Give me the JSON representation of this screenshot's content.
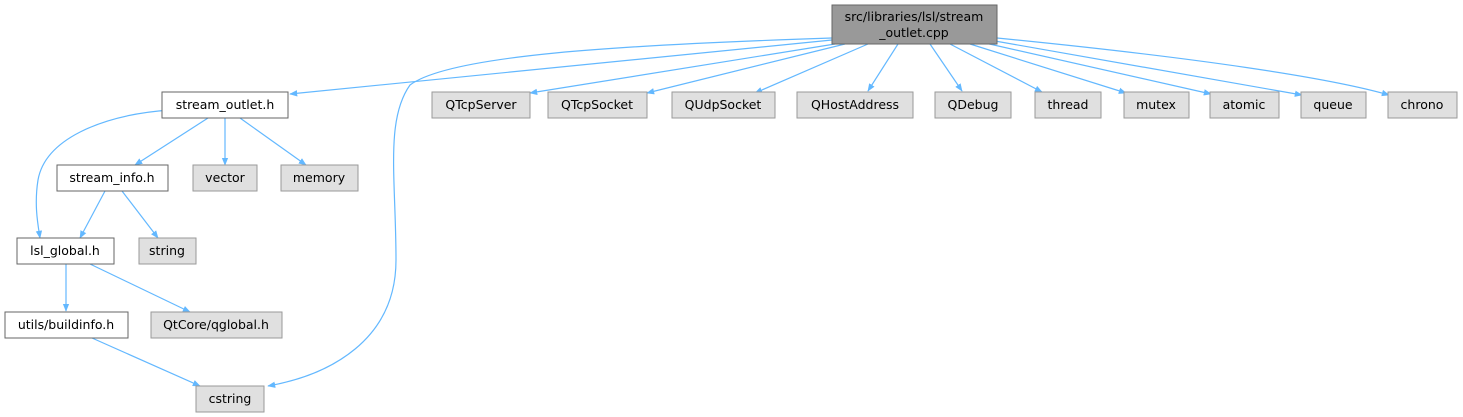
{
  "colors": {
    "edge": "#63b8ff",
    "root_fill": "#999999",
    "local_fill": "#ffffff",
    "external_fill": "#e0e0e0",
    "local_stroke": "#666666",
    "external_stroke": "#999999"
  },
  "graph": {
    "root": {
      "id": "root",
      "lines": [
        "src/libraries/lsl/stream",
        "_outlet.cpp"
      ]
    },
    "local_nodes": [
      {
        "id": "stream_outlet_h",
        "label": "stream_outlet.h"
      },
      {
        "id": "stream_info_h",
        "label": "stream_info.h"
      },
      {
        "id": "lsl_global_h",
        "label": "lsl_global.h"
      },
      {
        "id": "buildinfo_h",
        "label": "utils/buildinfo.h"
      }
    ],
    "external_nodes": [
      {
        "id": "qtcpserver",
        "label": "QTcpServer"
      },
      {
        "id": "qtcpsocket",
        "label": "QTcpSocket"
      },
      {
        "id": "qudpsocket",
        "label": "QUdpSocket"
      },
      {
        "id": "qhostaddress",
        "label": "QHostAddress"
      },
      {
        "id": "qdebug",
        "label": "QDebug"
      },
      {
        "id": "thread",
        "label": "thread"
      },
      {
        "id": "mutex",
        "label": "mutex"
      },
      {
        "id": "atomic",
        "label": "atomic"
      },
      {
        "id": "queue",
        "label": "queue"
      },
      {
        "id": "chrono",
        "label": "chrono"
      },
      {
        "id": "vector",
        "label": "vector"
      },
      {
        "id": "memory",
        "label": "memory"
      },
      {
        "id": "string",
        "label": "string"
      },
      {
        "id": "qglobal",
        "label": "QtCore/qglobal.h"
      },
      {
        "id": "cstring",
        "label": "cstring"
      }
    ],
    "edges": [
      {
        "from": "root",
        "to": "stream_outlet_h"
      },
      {
        "from": "root",
        "to": "cstring"
      },
      {
        "from": "root",
        "to": "qtcpserver"
      },
      {
        "from": "root",
        "to": "qtcpsocket"
      },
      {
        "from": "root",
        "to": "qudpsocket"
      },
      {
        "from": "root",
        "to": "qhostaddress"
      },
      {
        "from": "root",
        "to": "qdebug"
      },
      {
        "from": "root",
        "to": "thread"
      },
      {
        "from": "root",
        "to": "mutex"
      },
      {
        "from": "root",
        "to": "atomic"
      },
      {
        "from": "root",
        "to": "queue"
      },
      {
        "from": "root",
        "to": "chrono"
      },
      {
        "from": "stream_outlet_h",
        "to": "lsl_global_h"
      },
      {
        "from": "stream_outlet_h",
        "to": "stream_info_h"
      },
      {
        "from": "stream_outlet_h",
        "to": "vector"
      },
      {
        "from": "stream_outlet_h",
        "to": "memory"
      },
      {
        "from": "stream_info_h",
        "to": "lsl_global_h"
      },
      {
        "from": "stream_info_h",
        "to": "string"
      },
      {
        "from": "lsl_global_h",
        "to": "buildinfo_h"
      },
      {
        "from": "lsl_global_h",
        "to": "qglobal"
      },
      {
        "from": "buildinfo_h",
        "to": "cstring"
      }
    ]
  }
}
